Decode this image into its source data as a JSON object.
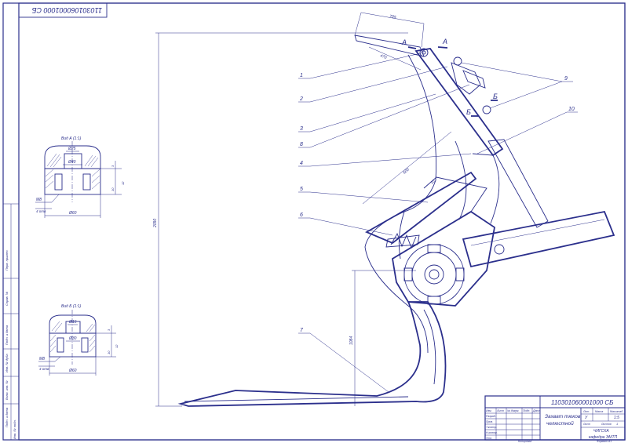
{
  "colors": {
    "line": "#2b2f8c",
    "paper": "#ffffff"
  },
  "sheet_code_rotated": "110301060001000 СБ",
  "view_a": {
    "title": "Вид А (1:1)",
    "d_top": "Ø25",
    "d_mid": "Ø40",
    "d_bottom": "Ø60",
    "bolt": "М8",
    "holes": "4 отв",
    "side1": "3",
    "side2": "12",
    "side3": "10"
  },
  "view_b": {
    "title": "Вид Б (1:1)",
    "d_top": "Ø15",
    "d_mid": "Ø30",
    "d_bottom": "Ø60",
    "bolt": "М8",
    "holes": "4 отв",
    "side1": "3",
    "side2": "12",
    "side3": "10"
  },
  "dims": {
    "top_length": "705",
    "arm_length": "470",
    "total_height": "2090",
    "lower_height": "1084",
    "diag_600": "600",
    "diag_10": "10"
  },
  "section_marks": {
    "a_left": "А",
    "a_right": "А",
    "b_left": "Б",
    "b_right": "Б"
  },
  "callouts": [
    "1",
    "2",
    "3",
    "8",
    "4",
    "5",
    "6",
    "7"
  ],
  "callouts_right": [
    "9",
    "10"
  ],
  "left_margin": {
    "note1": "Перв. примен.",
    "note2": "Справ. №",
    "note3": "Подп. и дата",
    "note4": "Инв. № дубл.",
    "note5": "Взам. инв. №",
    "note6": "Подп. и дата",
    "note7": "Инв. № подл."
  },
  "title_block": {
    "code": "110301060001000 СБ",
    "name_line1": "Захват тюков",
    "name_line2": "челюстной",
    "col_izm": "Изм.",
    "col_list": "Лист",
    "col_doc": "№ докум.",
    "col_sign": "Подп.",
    "col_date": "Дата",
    "row_razrab": "Разраб.",
    "row_prov": "Пров.",
    "row_tkontr": "Т.контр.",
    "row_nkontr": "Н.контр.",
    "row_utv": "Утв.",
    "lit": "Лит.",
    "mass": "Масса",
    "scale": "Масштаб",
    "scale_value": "1:5",
    "sheet": "Лист",
    "sheets": "Листов",
    "sheets_value": "1",
    "lit_value": "У",
    "org_line1": "ЧИГСХА",
    "org_line2": "кафедра ЭМТП",
    "bottom_left": "Копировал",
    "bottom_right": "Формат А1"
  }
}
